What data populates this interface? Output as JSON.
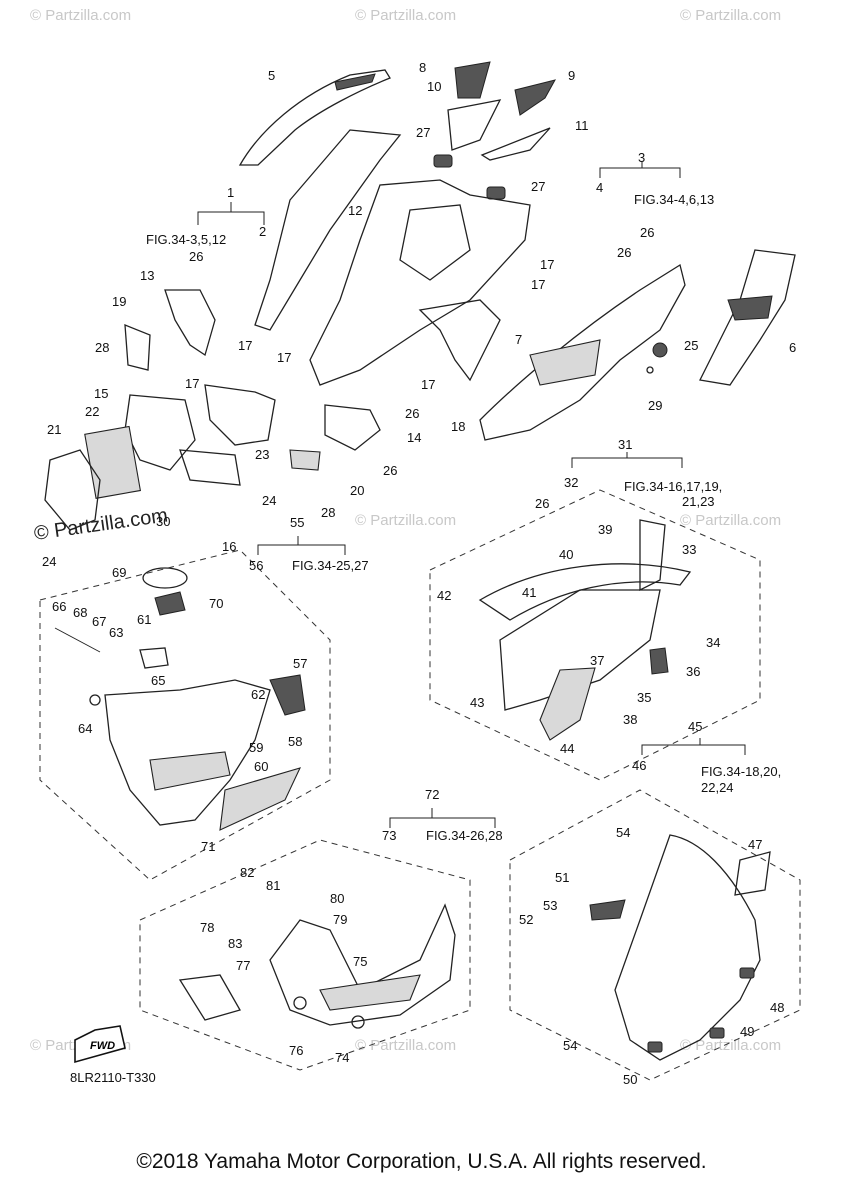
{
  "diagram_title": "",
  "watermark": "© Partzilla.com",
  "copyright": "©2018 Yamaha Motor Corporation, U.S.A. All rights reserved.",
  "drawing_code": "8LR2110-T330",
  "fwd_label": "FWD",
  "fig_refs": {
    "g1": "FIG.34-3,5,12",
    "g3": "FIG.34-4,6,13",
    "g31_a": "FIG.34-16,17,19,",
    "g31_b": "21,23",
    "g55": "FIG.34-25,27",
    "g45_a": "FIG.34-18,20,",
    "g45_b": "22,24",
    "g72": "FIG.34-26,28"
  },
  "callouts": [
    "1",
    "2",
    "3",
    "4",
    "5",
    "6",
    "7",
    "8",
    "9",
    "10",
    "11",
    "12",
    "13",
    "14",
    "15",
    "16",
    "17",
    "18",
    "19",
    "20",
    "21",
    "22",
    "23",
    "24",
    "25",
    "26",
    "27",
    "28",
    "29",
    "30",
    "31",
    "32",
    "33",
    "34",
    "35",
    "36",
    "37",
    "38",
    "39",
    "40",
    "41",
    "42",
    "43",
    "44",
    "45",
    "46",
    "47",
    "48",
    "49",
    "50",
    "51",
    "52",
    "53",
    "54",
    "55",
    "56",
    "57",
    "58",
    "59",
    "60",
    "61",
    "62",
    "63",
    "64",
    "65",
    "66",
    "67",
    "68",
    "69",
    "70",
    "71",
    "72",
    "73",
    "74",
    "75",
    "76",
    "77",
    "78",
    "79",
    "80",
    "81",
    "82",
    "83"
  ]
}
